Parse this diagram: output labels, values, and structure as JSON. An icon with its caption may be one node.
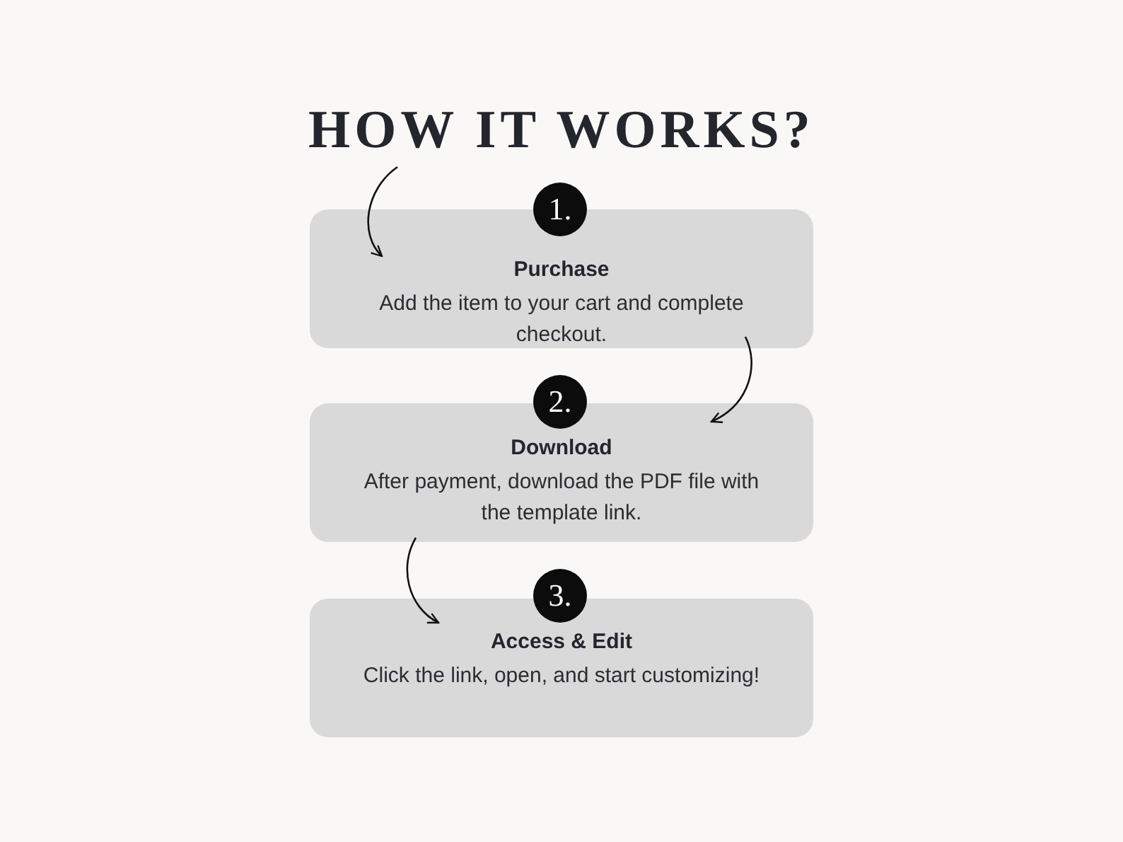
{
  "diagram": {
    "title": "HOW IT WORKS?",
    "nodes": [
      {
        "text": [
          "1."
        ]
      },
      {
        "text": [
          "Purchase",
          "Add the item to your cart and complete checkout."
        ]
      },
      {
        "text": [
          "2."
        ]
      },
      {
        "text": [
          "Download",
          "After payment, download the PDF file with the template link."
        ]
      },
      {
        "text": [
          "3."
        ]
      },
      {
        "text": [
          "Access & Edit",
          "Click the link, open, and start customizing!"
        ]
      }
    ],
    "edges": [
      {
        "from": null,
        "to": 1,
        "arrow": "to"
      },
      {
        "from": 1,
        "to": 3,
        "arrow": "to"
      },
      {
        "from": 3,
        "to": 5,
        "arrow": "to"
      }
    ]
  }
}
